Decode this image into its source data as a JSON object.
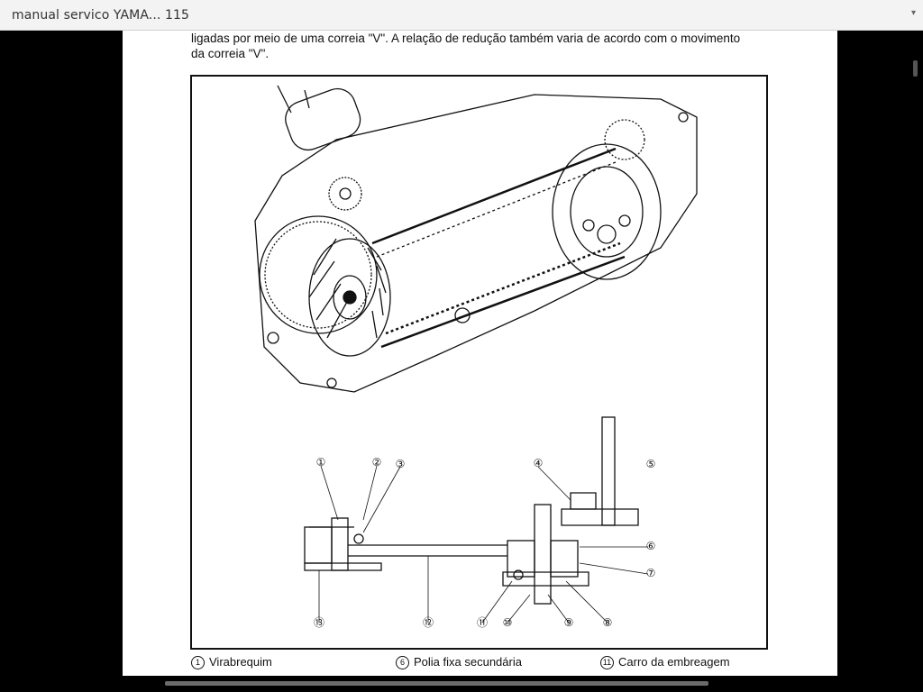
{
  "viewer": {
    "title": "manual servico YAMA... 115",
    "menu_icon": "chevron-down-icon"
  },
  "page": {
    "intro_line1": "ligadas por meio de uma correia \"V\". A relação de redução também varia de acordo com o movimento",
    "intro_line2": "da correia \"V\".",
    "figure": {
      "callouts": [
        "①",
        "②",
        "③",
        "④",
        "⑤",
        "⑥",
        "⑦",
        "⑧",
        "⑨",
        "⑩",
        "⑪",
        "⑫",
        "⑬"
      ]
    },
    "legend": [
      {
        "num": "1",
        "label": "Virabrequim"
      },
      {
        "num": "6",
        "label": "Polia fixa secundária"
      },
      {
        "num": "11",
        "label": "Carro da embreagem"
      }
    ]
  }
}
